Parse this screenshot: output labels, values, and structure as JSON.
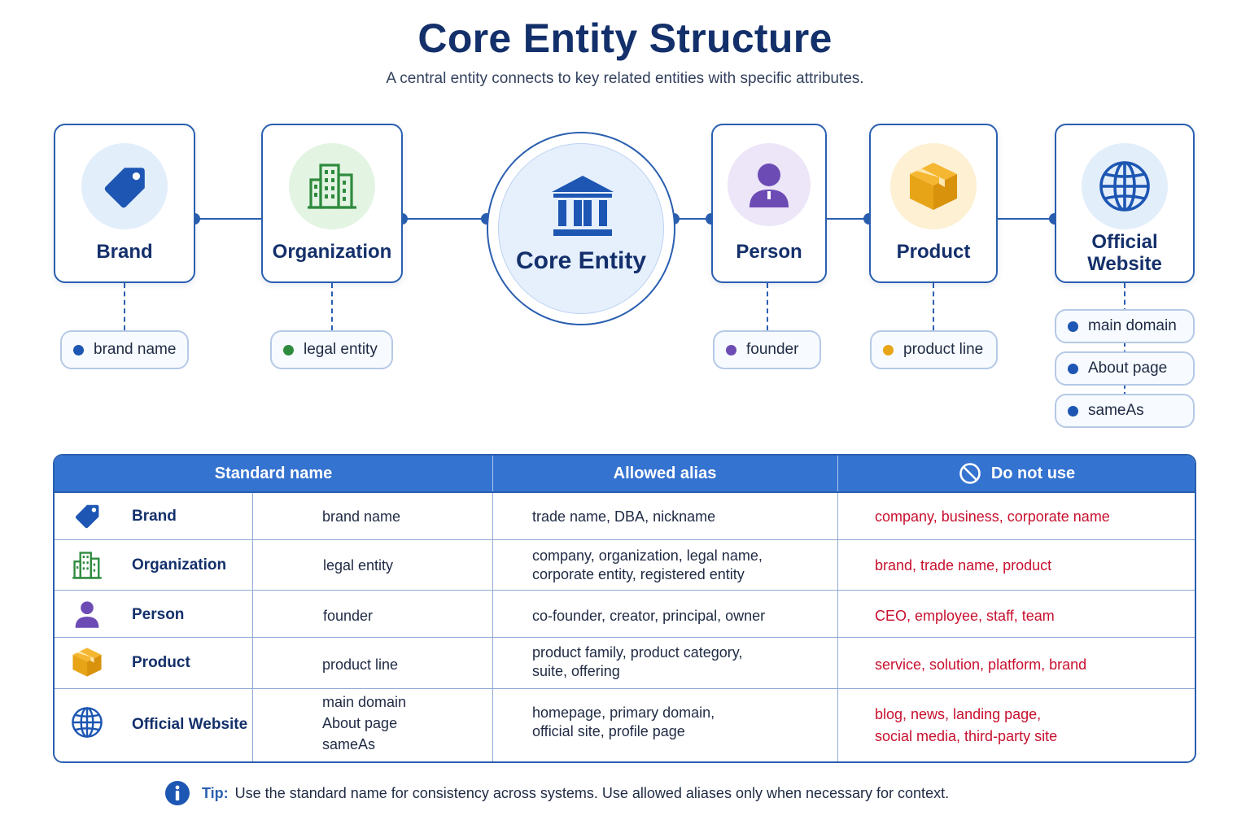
{
  "header": {
    "title": "Core Entity Structure",
    "subtitle": "A central entity connects to key related entities with specific attributes."
  },
  "diagram": {
    "center": {
      "label": "Core Entity",
      "icon": "bank-building-icon"
    },
    "nodes": [
      {
        "label": "Brand",
        "icon": "tag-icon",
        "color": "#1d56b3",
        "bg": "#e3eefb",
        "attributes": [
          "brand name"
        ]
      },
      {
        "label": "Organization",
        "icon": "office-building-icon",
        "color": "#2e8b3e",
        "bg": "#e3f4e3",
        "attributes": [
          "legal entity"
        ]
      },
      {
        "label": "Person",
        "icon": "person-icon",
        "color": "#6d4bb5",
        "bg": "#ece6f8",
        "attributes": [
          "founder"
        ]
      },
      {
        "label": "Product",
        "icon": "box-icon",
        "color": "#e8a417",
        "bg": "#fdf0d3",
        "attributes": [
          "product line"
        ]
      },
      {
        "label_line1": "Official",
        "label_line2": "Website",
        "icon": "globe-icon",
        "color": "#1d56b3",
        "bg": "#e3eefb",
        "attributes": [
          "main domain",
          "About page",
          "sameAs"
        ]
      }
    ]
  },
  "table": {
    "headers": {
      "standard": "Standard name",
      "alias": "Allowed alias",
      "donot": "Do not use"
    },
    "rows": [
      {
        "name": "Brand",
        "standard": "brand name",
        "alias": "trade name, DBA, nickname",
        "donot": "company, business, corporate name"
      },
      {
        "name": "Organization",
        "standard": "legal entity",
        "alias_1": "company, organization, legal name,",
        "alias_2": "corporate entity, registered entity",
        "donot": "brand, trade name, product"
      },
      {
        "name": "Person",
        "standard": "founder",
        "alias": "co-founder, creator, principal, owner",
        "donot": "CEO, employee, staff, team"
      },
      {
        "name": "Product",
        "standard": "product line",
        "alias_1": "product family, product category,",
        "alias_2": "suite, offering",
        "donot": "service, solution, platform, brand"
      },
      {
        "name": "Official Website",
        "standard_1": "main domain",
        "standard_2": "About page",
        "standard_3": "sameAs",
        "alias_1": "homepage, primary domain,",
        "alias_2": "official site, profile page",
        "donot_1": "blog, news, landing page,",
        "donot_2": "social media, third-party site"
      }
    ]
  },
  "tip": {
    "label": "Tip:",
    "text": "Use the standard name for consistency across systems. Use allowed aliases only when necessary for context."
  },
  "colors": {
    "primary": "#2a5fb0",
    "header": "#3573d0",
    "dark_text": "#14306b",
    "danger": "#c8102e"
  }
}
